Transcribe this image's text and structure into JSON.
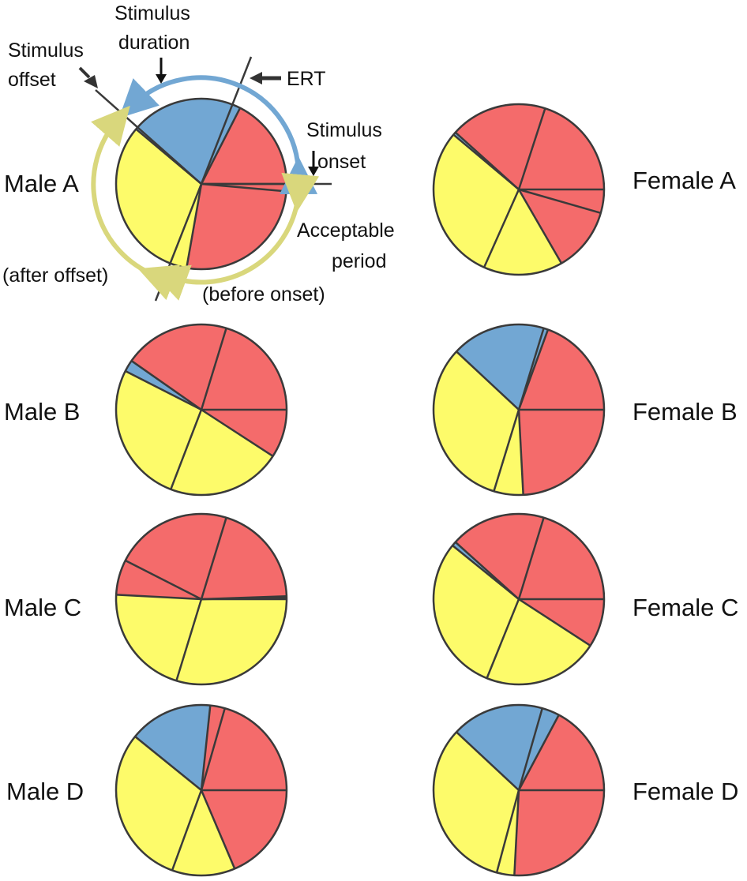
{
  "colors": {
    "red": "#f46b6b",
    "yellow": "#fdfb6a",
    "blue": "#72a7d3",
    "outline": "#3a3a3a",
    "duration_arrow": "#72a7d3",
    "acceptable_arrow": "#d9d77c",
    "pointer": "#333333"
  },
  "annotations": {
    "stimulus_duration": [
      "Stimulus",
      "duration"
    ],
    "stimulus_offset": [
      "Stimulus",
      "offset"
    ],
    "ert": "ERT",
    "stimulus_onset": [
      "Stimulus",
      "onset"
    ],
    "acceptable_period": [
      "Acceptable",
      "period"
    ],
    "before_onset": "(before onset)",
    "after_offset": "(after offset)"
  },
  "chart_data": [
    {
      "type": "pie",
      "label": "Male A",
      "dividers": [
        0,
        63,
        140,
        260,
        355
      ],
      "slices": [
        {
          "from": 0,
          "to": 63,
          "color": "red"
        },
        {
          "from": 63,
          "to": 140,
          "color": "blue"
        },
        {
          "from": 140,
          "to": 260,
          "color": "yellow"
        },
        {
          "from": 260,
          "to": 360,
          "color": "red"
        }
      ],
      "annotated": true
    },
    {
      "type": "pie",
      "label": "Female A",
      "dividers": [
        0,
        72,
        138,
        140,
        246,
        300,
        344
      ],
      "slices": [
        {
          "from": 0,
          "to": 138,
          "color": "red"
        },
        {
          "from": 138,
          "to": 140,
          "color": "blue"
        },
        {
          "from": 140,
          "to": 300,
          "color": "yellow"
        },
        {
          "from": 300,
          "to": 360,
          "color": "red"
        }
      ]
    },
    {
      "type": "pie",
      "label": "Male B",
      "dividers": [
        0,
        73,
        145,
        153,
        249,
        327
      ],
      "slices": [
        {
          "from": 0,
          "to": 145,
          "color": "red"
        },
        {
          "from": 145,
          "to": 153,
          "color": "blue"
        },
        {
          "from": 153,
          "to": 327,
          "color": "yellow"
        },
        {
          "from": 327,
          "to": 360,
          "color": "red"
        }
      ]
    },
    {
      "type": "pie",
      "label": "Female B",
      "dividers": [
        0,
        70,
        73,
        137,
        253,
        273
      ],
      "slices": [
        {
          "from": 0,
          "to": 70,
          "color": "red"
        },
        {
          "from": 70,
          "to": 73,
          "color": "blue"
        },
        {
          "from": 73,
          "to": 137,
          "color": "blue"
        },
        {
          "from": 137,
          "to": 273,
          "color": "yellow"
        },
        {
          "from": 273,
          "to": 360,
          "color": "red"
        }
      ]
    },
    {
      "type": "pie",
      "label": "Male C",
      "dividers": [
        0,
        2,
        73,
        153,
        177,
        253,
        1
      ],
      "slices": [
        {
          "from": 0,
          "to": 2,
          "color": "blue"
        },
        {
          "from": 2,
          "to": 177,
          "color": "red"
        },
        {
          "from": 177,
          "to": 360,
          "color": "yellow"
        }
      ]
    },
    {
      "type": "pie",
      "label": "Female C",
      "dividers": [
        0,
        73,
        138,
        141,
        248,
        327
      ],
      "slices": [
        {
          "from": 0,
          "to": 138,
          "color": "red"
        },
        {
          "from": 138,
          "to": 141,
          "color": "blue"
        },
        {
          "from": 141,
          "to": 327,
          "color": "yellow"
        },
        {
          "from": 327,
          "to": 360,
          "color": "red"
        }
      ]
    },
    {
      "type": "pie",
      "label": "Male D",
      "dividers": [
        0,
        74,
        84,
        141,
        250,
        293
      ],
      "slices": [
        {
          "from": 0,
          "to": 84,
          "color": "red"
        },
        {
          "from": 84,
          "to": 141,
          "color": "blue"
        },
        {
          "from": 141,
          "to": 293,
          "color": "yellow"
        },
        {
          "from": 293,
          "to": 360,
          "color": "red"
        }
      ]
    },
    {
      "type": "pie",
      "label": "Female D",
      "dividers": [
        0,
        62,
        74,
        137,
        255,
        267
      ],
      "slices": [
        {
          "from": 0,
          "to": 62,
          "color": "red"
        },
        {
          "from": 62,
          "to": 137,
          "color": "blue"
        },
        {
          "from": 137,
          "to": 267,
          "color": "yellow"
        },
        {
          "from": 267,
          "to": 360,
          "color": "red"
        }
      ]
    }
  ]
}
